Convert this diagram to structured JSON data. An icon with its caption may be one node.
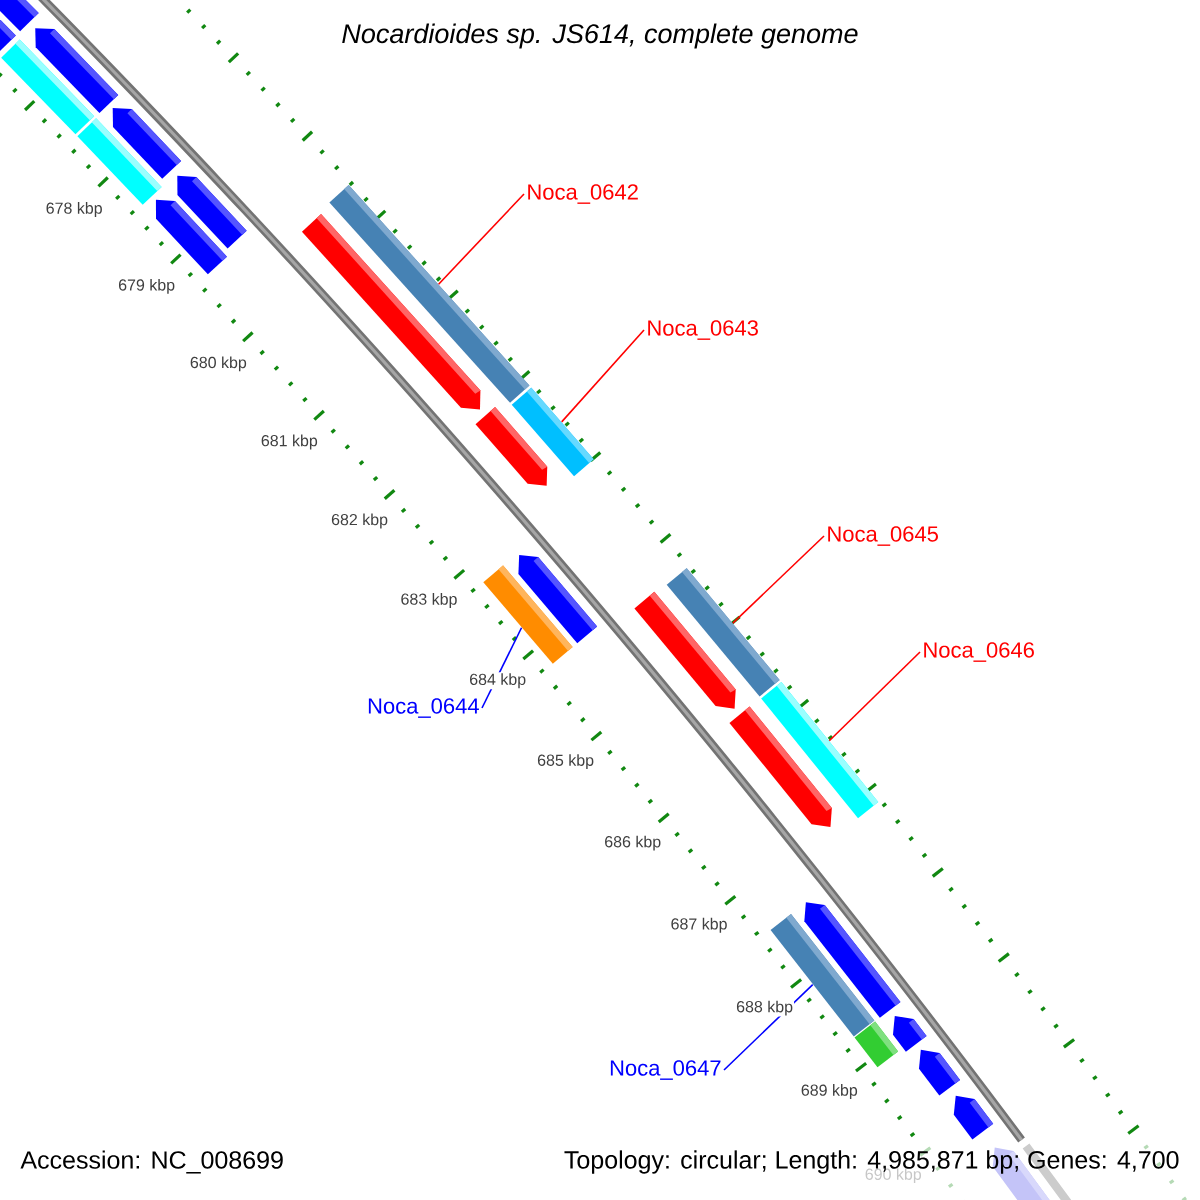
{
  "diagram": {
    "title": "Nocardioides sp. JS614, complete genome",
    "nodes": [
      {
        "text": [
          "Noca_0642"
        ]
      },
      {
        "text": [],
        "shape": "bar"
      },
      {
        "text": [
          "Noca_0643"
        ]
      },
      {
        "text": [],
        "shape": "bar"
      },
      {
        "text": [
          "Noca_0645"
        ]
      },
      {
        "text": [],
        "shape": "bar"
      },
      {
        "text": [
          "Noca_0646"
        ]
      },
      {
        "text": [],
        "shape": "bar"
      },
      {
        "text": [
          "Noca_0644"
        ]
      },
      {
        "text": [],
        "shape": "bar"
      },
      {
        "text": [
          "Noca_0647"
        ]
      },
      {
        "text": [],
        "shape": "bar"
      }
    ],
    "edges": [
      {
        "from": 0,
        "to": 1,
        "arrow": "none"
      },
      {
        "from": 2,
        "to": 3,
        "arrow": "none"
      },
      {
        "from": 4,
        "to": 5,
        "arrow": "none"
      },
      {
        "from": 6,
        "to": 7,
        "arrow": "none"
      },
      {
        "from": 8,
        "to": 9,
        "arrow": "none",
        "color": "#0000ff"
      },
      {
        "from": 10,
        "to": 11,
        "arrow": "none",
        "color": "#0000ff"
      }
    ],
    "labels": [
      "678 kbp",
      "679 kbp",
      "680 kbp",
      "681 kbp",
      "682 kbp",
      "683 kbp",
      "684 kbp",
      "685 kbp",
      "686 kbp",
      "687 kbp",
      "688 kbp",
      "689 kbp",
      "690 kbp",
      "Accession: NC_008699",
      "Topology: circular; Length: 4,985,871 bp; Genes: 4,700"
    ]
  }
}
